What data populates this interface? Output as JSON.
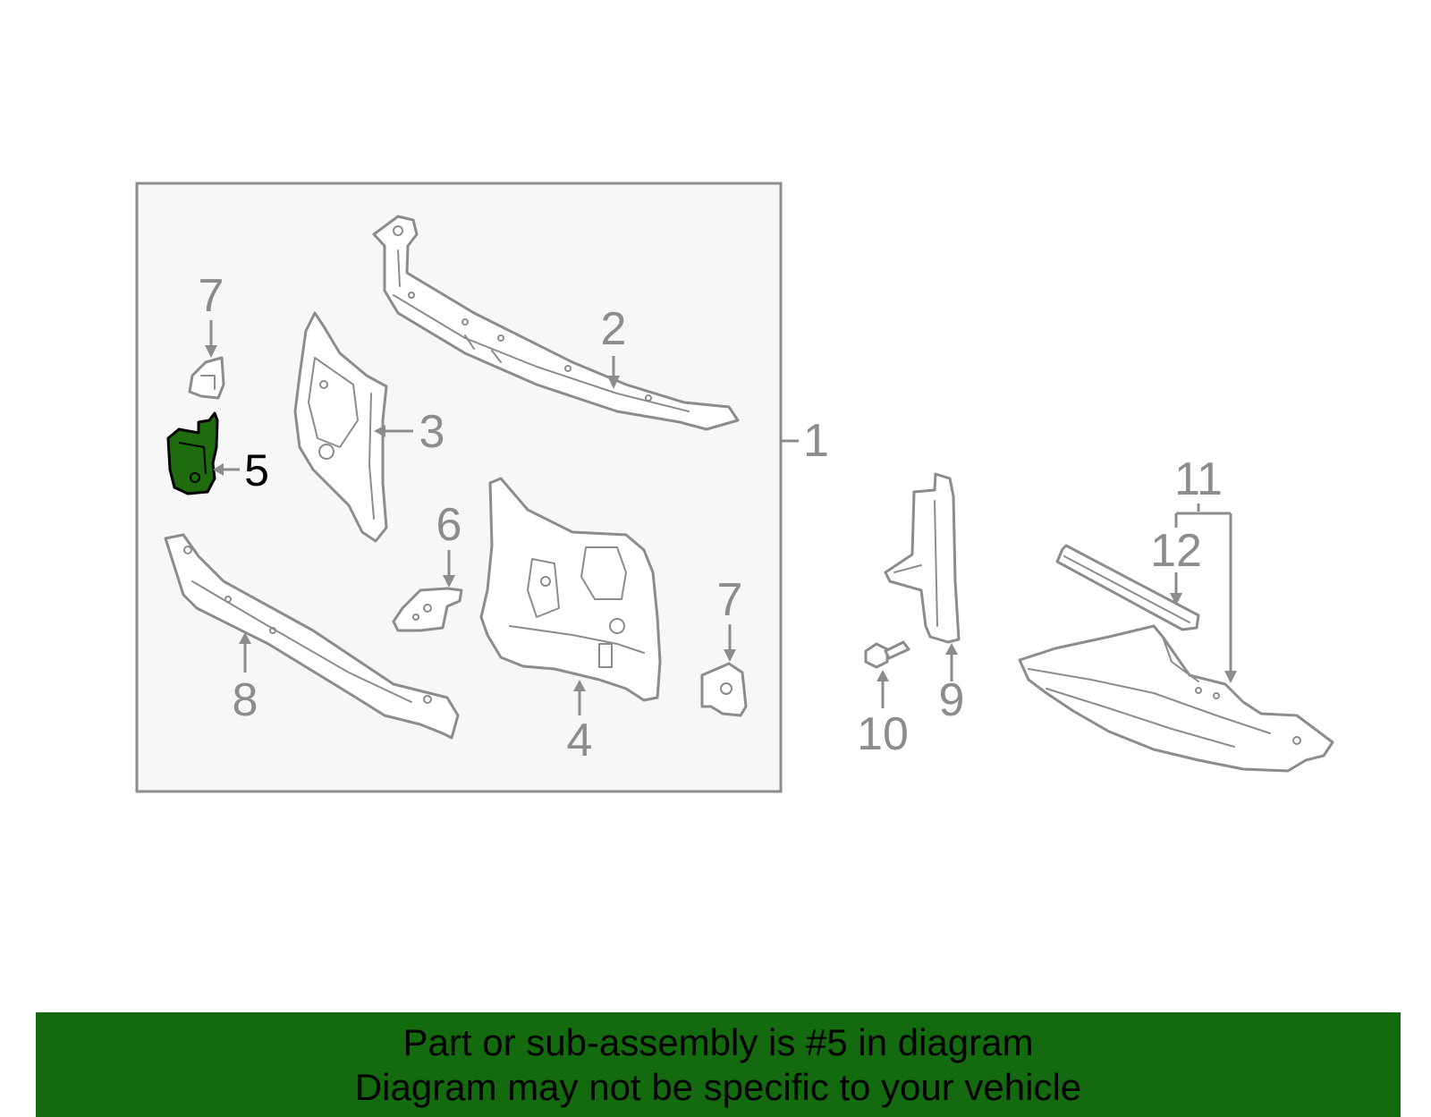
{
  "callouts": {
    "c1": "1",
    "c2": "2",
    "c3": "3",
    "c4": "4",
    "c5": "5",
    "c6": "6",
    "c7a": "7",
    "c7b": "7",
    "c8": "8",
    "c9": "9",
    "c10": "10",
    "c11": "11",
    "c12": "12"
  },
  "highlighted_part": "5",
  "colors": {
    "highlight_fill": "#1e6c0e",
    "footer_background": "#146a0f",
    "line_gray": "#8c8c8c",
    "panel_background": "#f7f7f7"
  },
  "footer": {
    "line1": "Part or sub-assembly is #5 in diagram",
    "line2": "Diagram may not be specific to your vehicle"
  }
}
